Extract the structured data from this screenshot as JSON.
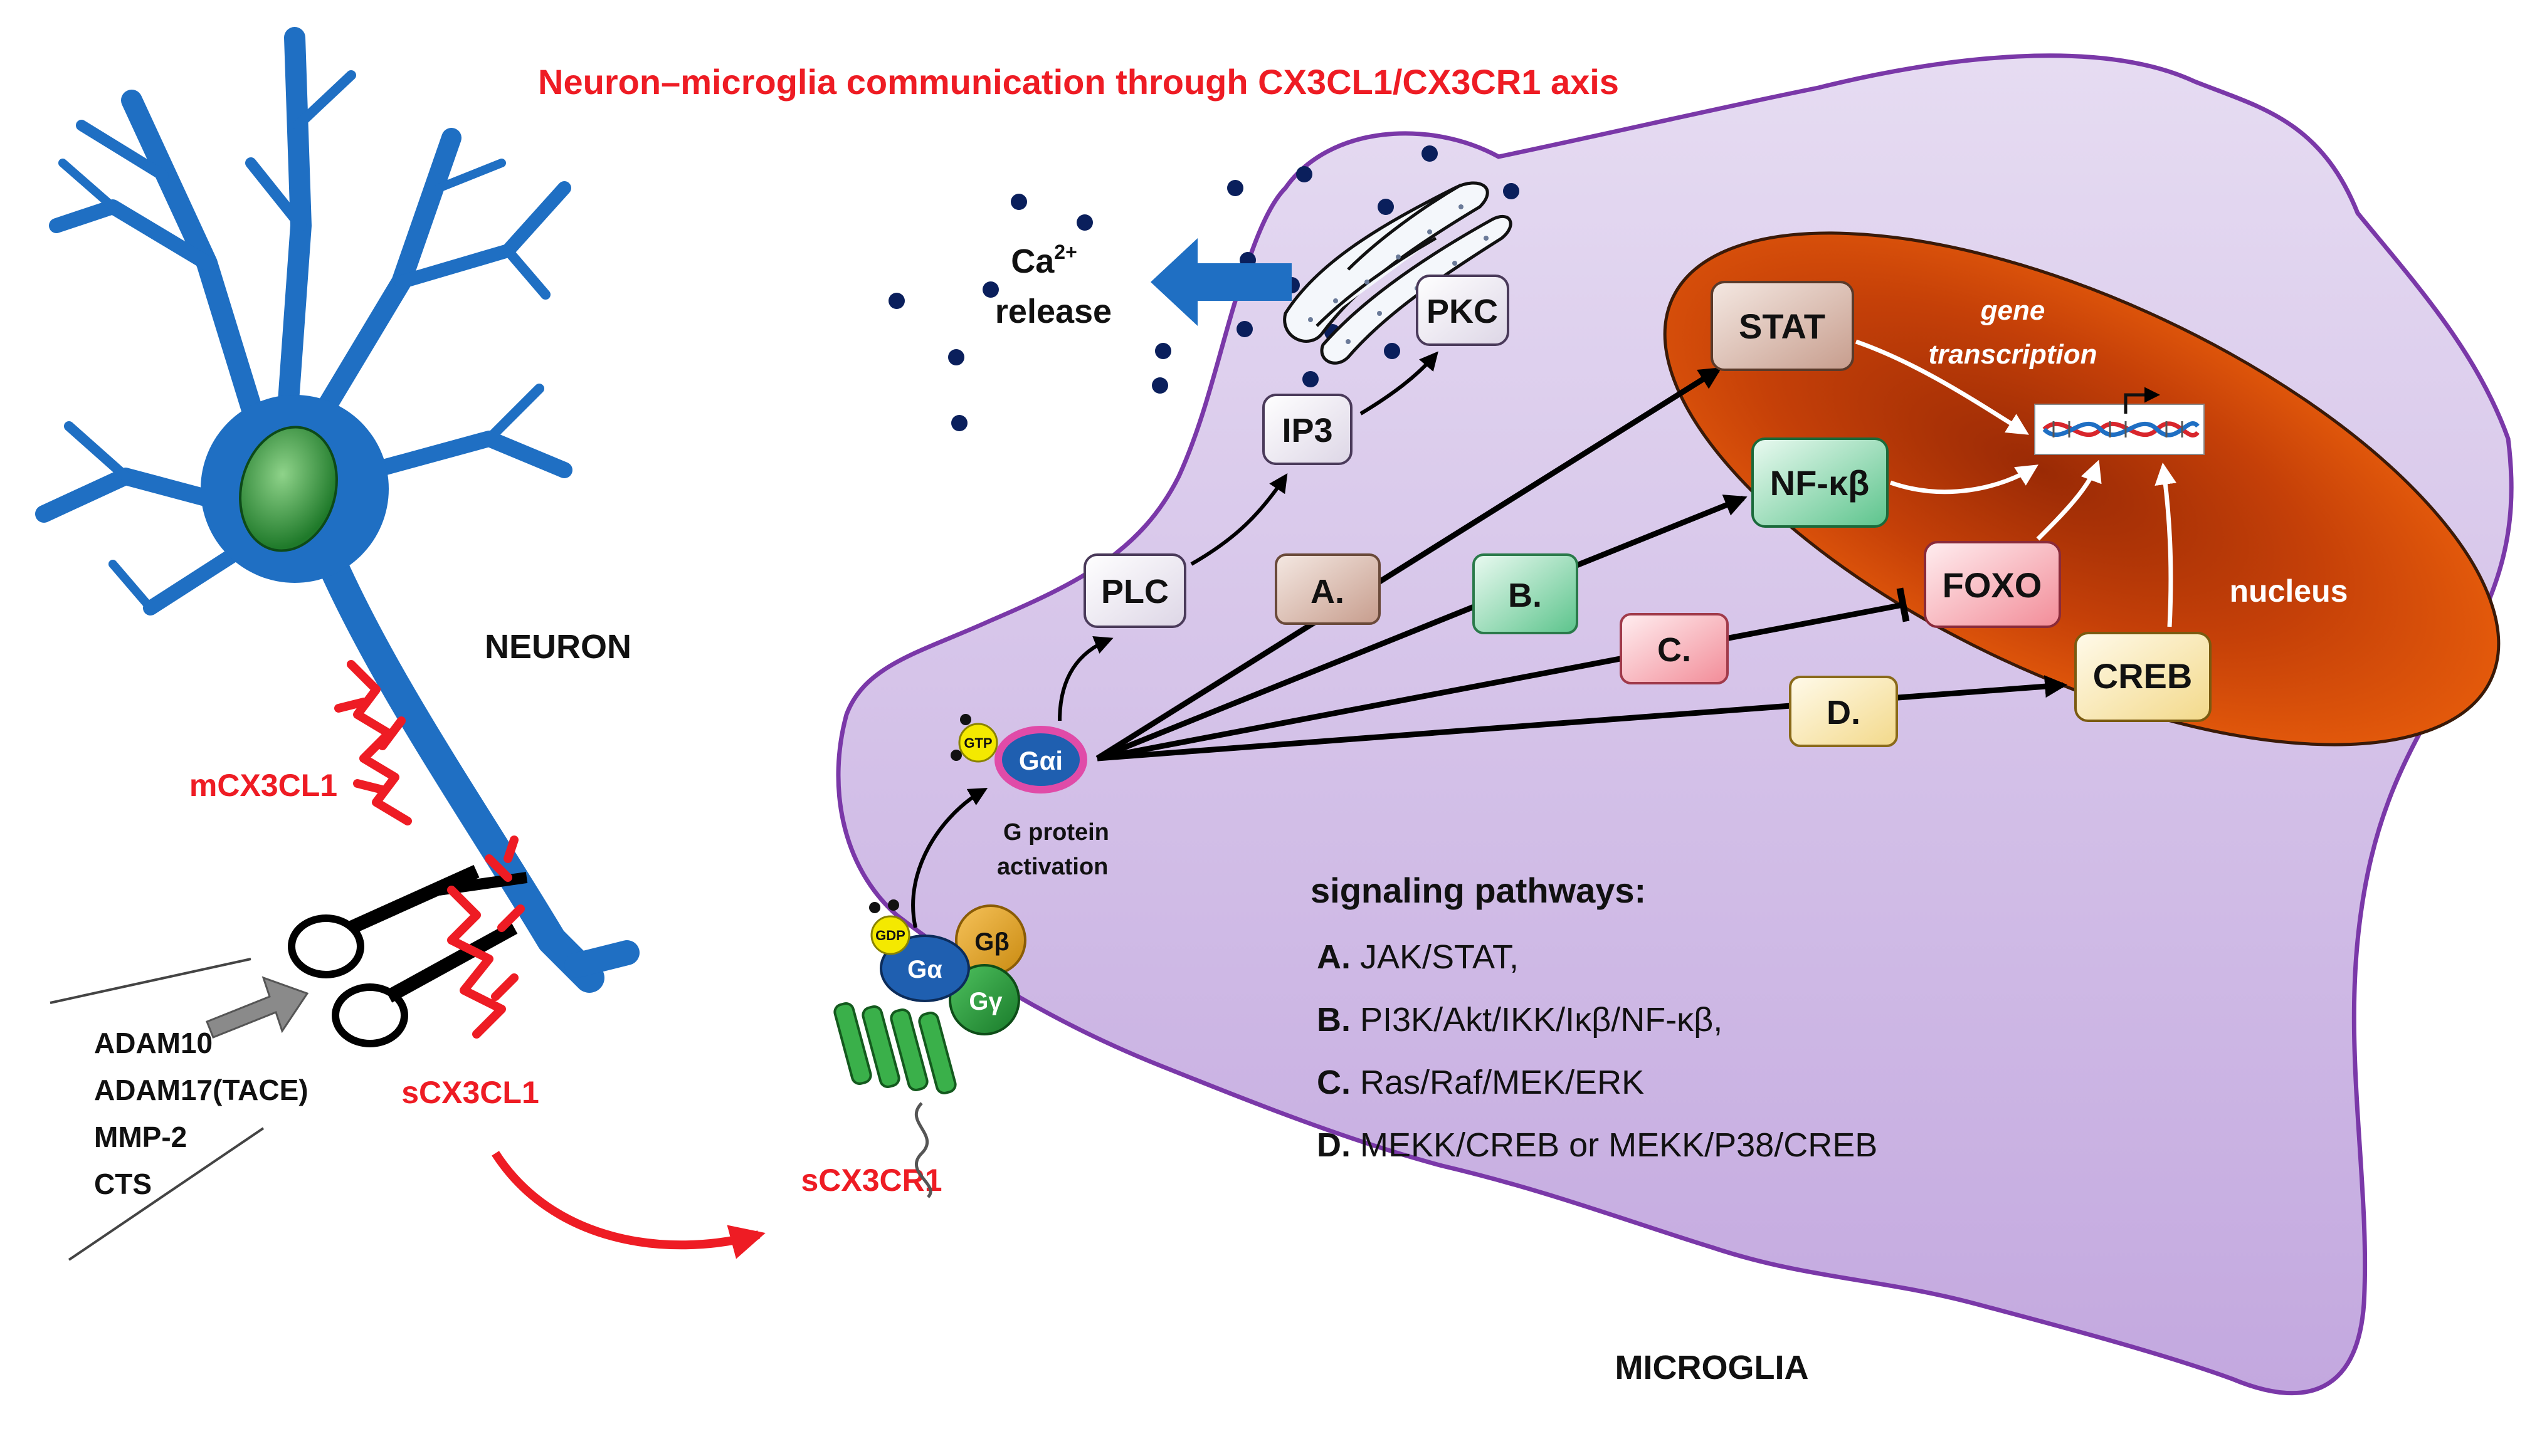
{
  "title": "Neuron–microglia communication through CX3CL1/CX3CR1 axis",
  "labels": {
    "neuron": "NEURON",
    "microglia": "MICROGLIA",
    "nucleus": "nucleus",
    "mcx3cl1": "mCX3CL1",
    "scx3cl1": "sCX3CL1",
    "scx3cr1": "sCX3CR1",
    "ca_main": "Ca",
    "ca_sup": "2+",
    "release": "release",
    "gene_line1": "gene",
    "gene_line2": "transcription",
    "g_protein_line1": "G protein",
    "g_protein_line2": "activation"
  },
  "proteases": [
    "ADAM10",
    "ADAM17(TACE)",
    "MMP-2",
    "CTS"
  ],
  "g_protein": {
    "alpha_i": "Gαi",
    "alpha": "Gα",
    "beta": "Gβ",
    "gamma": "Gγ",
    "gtp": "GTP",
    "gdp": "GDP"
  },
  "boxes": {
    "plc": "PLC",
    "ip3": "IP3",
    "pkc": "PKC",
    "stat": "STAT",
    "nfkb": "NF-κβ",
    "foxo": "FOXO",
    "creb": "CREB",
    "a": "A.",
    "b": "B.",
    "c": "C.",
    "d": "D."
  },
  "pathways": {
    "heading": "signaling pathways:",
    "items": [
      {
        "letter": "A.",
        "text": " JAK/STAT,"
      },
      {
        "letter": "B.",
        "text": " PI3K/Akt/IKK/Iκβ/NF-κβ,"
      },
      {
        "letter": "C.",
        "text": " Ras/Raf/MEK/ERK"
      },
      {
        "letter": "D.",
        "text": " MEKK/CREB or MEKK/P38/CREB"
      }
    ]
  },
  "colors": {
    "title_red": "#ee1c24",
    "neuron_blue": "#1f6fc3",
    "microglia_fill": "#d4c2e6",
    "microglia_stroke": "#7a38a8",
    "nucleus_orange": "#e0520a",
    "calcium_dots": "#0a1f5c"
  }
}
